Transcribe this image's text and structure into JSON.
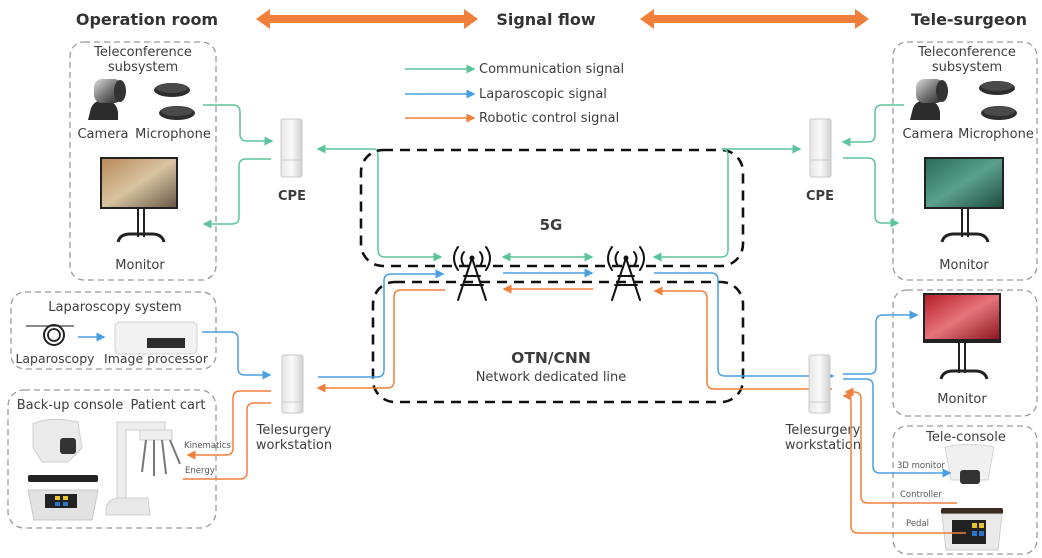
{
  "headers": {
    "left": "Operation room",
    "center": "Signal flow",
    "right": "Tele-surgeon"
  },
  "legend": [
    {
      "label": "Communication signal",
      "color": "#5cc49a"
    },
    {
      "label": "Laparoscopic signal",
      "color": "#4a9fe0"
    },
    {
      "label": "Robotic control signal",
      "color": "#ef7f3a"
    }
  ],
  "colors": {
    "communication": "#5cc49a",
    "laparoscopic": "#4a9fe0",
    "robotic": "#ef7f3a",
    "header_arrow": "#ef7f3a",
    "network_border": "#111111",
    "group_border": "#9a9a9a"
  },
  "operation_room": {
    "teleconference": {
      "title_line1": "Teleconference",
      "title_line2": "subsystem",
      "camera": "Camera",
      "microphone": "Microphone",
      "monitor": "Monitor"
    },
    "cpe": "CPE",
    "laparoscopy_system": {
      "title": "Laparoscopy system",
      "laparoscopy": "Laparoscopy",
      "image_processor": "Image processor"
    },
    "robot": {
      "backup_console": "Back-up console",
      "patient_cart": "Patient cart",
      "kinematics": "Kinematics",
      "energy": "Energy"
    },
    "workstation_line1": "Telesurgery",
    "workstation_line2": "workstation"
  },
  "network": {
    "fiveg": "5G",
    "otn_title": "OTN/CNN",
    "otn_subtitle": "Network dedicated line"
  },
  "tele_surgeon": {
    "teleconference": {
      "title_line1": "Teleconference",
      "title_line2": "subsystem",
      "camera": "Camera",
      "microphone": "Microphone",
      "monitor": "Monitor"
    },
    "cpe": "CPE",
    "monitor": "Monitor",
    "workstation_line1": "Telesurgery",
    "workstation_line2": "workstation",
    "tele_console": {
      "title": "Tele-console",
      "monitor_3d": "3D monitor",
      "controller": "Controller",
      "pedal": "Pedal"
    }
  }
}
